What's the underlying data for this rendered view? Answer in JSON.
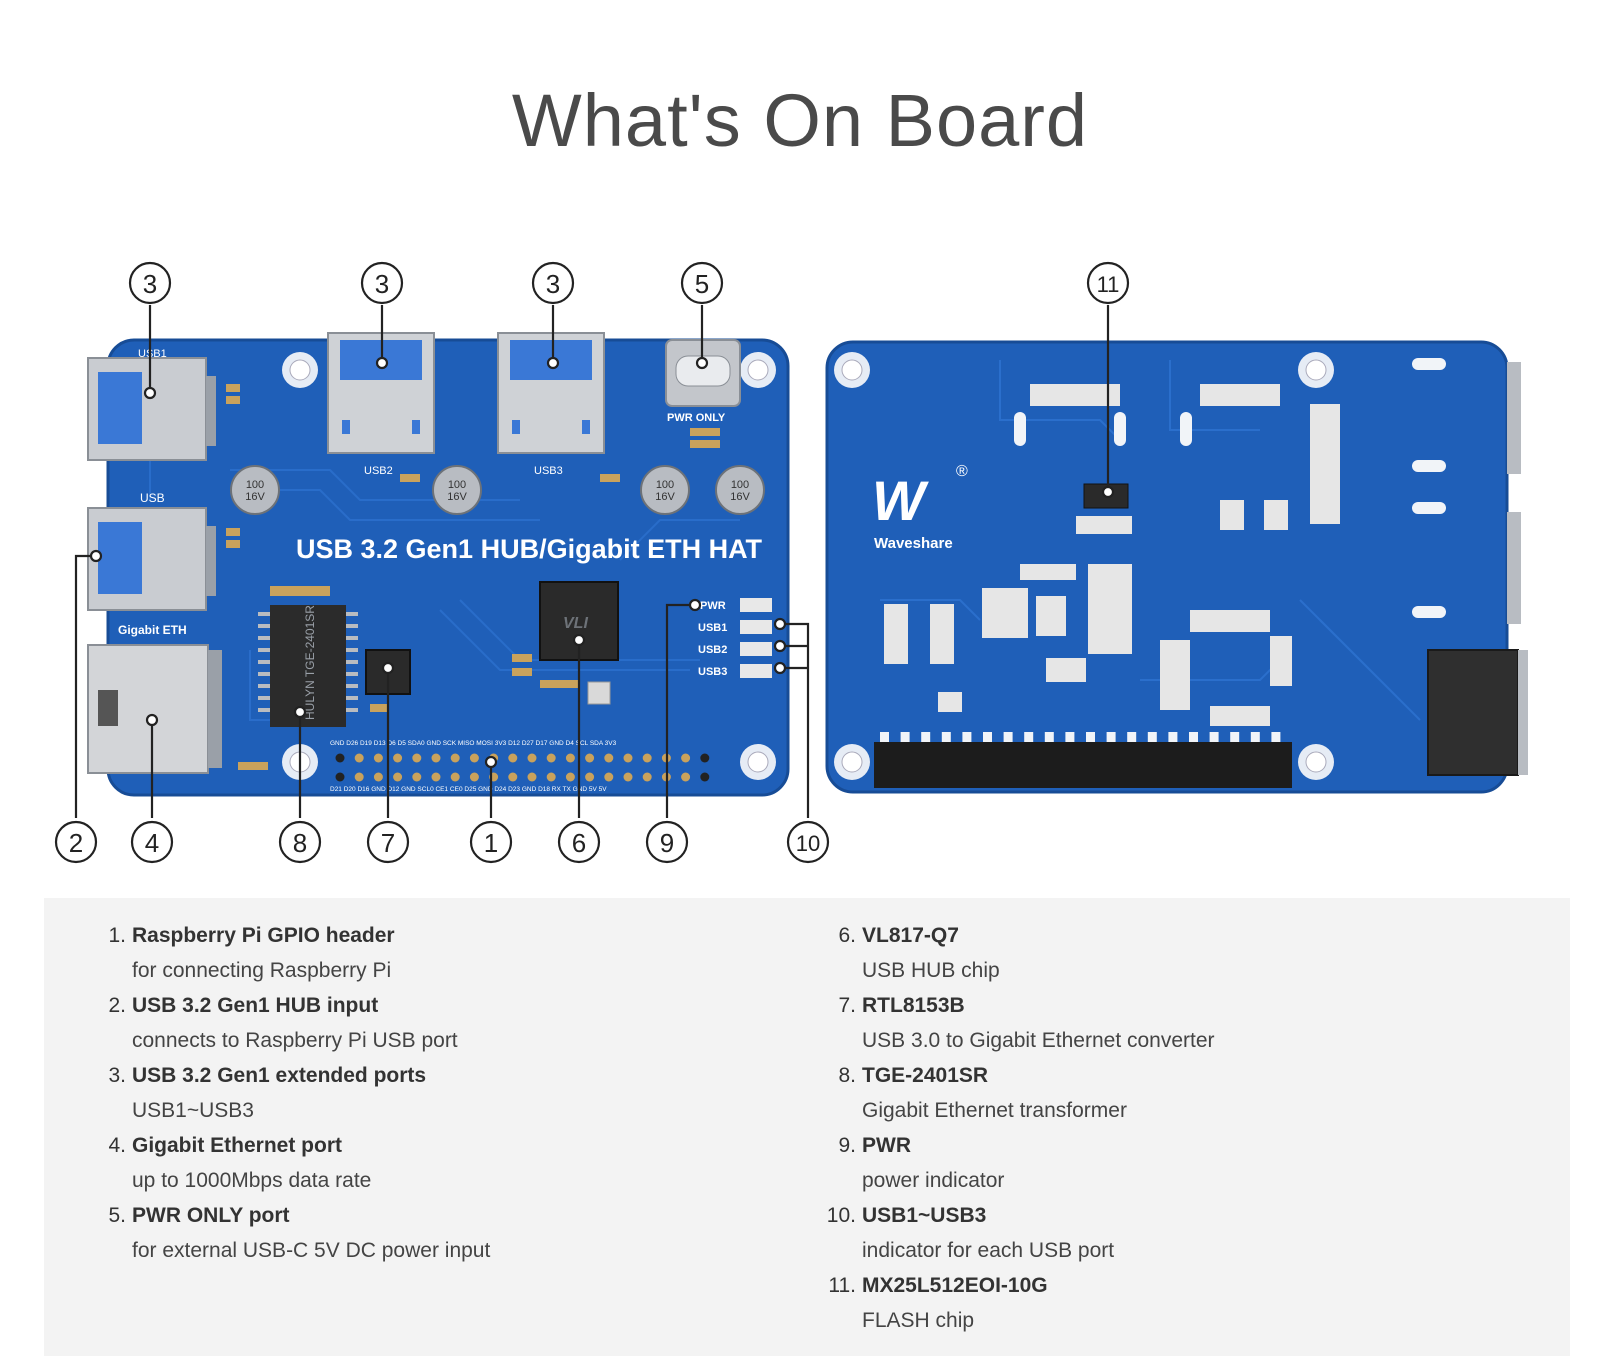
{
  "title": "What's On Board",
  "front_board": {
    "name": "USB 3.2 Gen1 HUB/Gigabit ETH HAT",
    "port_labels": {
      "usb1": "USB1",
      "usb": "USB",
      "gigabit_eth": "Gigabit ETH",
      "usb2": "USB2",
      "usb3": "USB3",
      "pwr_only": "PWR ONLY"
    },
    "capacitor_text": "100\n16V",
    "indicators": [
      "PWR",
      "USB1",
      "USB2",
      "USB3"
    ],
    "transformer_text": "HULYN TGE-2401SR",
    "chip_text": "VLI",
    "gpio_top_labels": "GND D26 D19 D13 D6 D5 SDA0 GND SCK MISO MOSI 3V3 D12 D27 D17 GND D4 SCL SDA 3V3",
    "gpio_bottom_labels": "D21 D20 D16 GND D12 GND SCL0 CE1 CE0 D25 GND D24 D23 GND D18 RX TX GND 5V 5V"
  },
  "back_board": {
    "brand": "Waveshare",
    "logo_mark": "W",
    "registered": "®"
  },
  "callouts": [
    "1",
    "2",
    "3",
    "4",
    "5",
    "6",
    "7",
    "8",
    "9",
    "10",
    "11"
  ],
  "legend": [
    {
      "num": "1.",
      "title": "Raspberry Pi GPIO header",
      "desc": "for connecting Raspberry Pi"
    },
    {
      "num": "2.",
      "title": "USB 3.2 Gen1 HUB input",
      "desc": "connects to Raspberry Pi USB port"
    },
    {
      "num": "3.",
      "title": "USB 3.2 Gen1 extended ports",
      "desc": "USB1~USB3"
    },
    {
      "num": "4.",
      "title": "Gigabit Ethernet port",
      "desc": "up to 1000Mbps data rate"
    },
    {
      "num": "5.",
      "title": "PWR ONLY port",
      "desc": "for external USB-C 5V DC power input"
    },
    {
      "num": "6.",
      "title": "VL817-Q7",
      "desc": "USB HUB chip"
    },
    {
      "num": "7.",
      "title": "RTL8153B",
      "desc": "USB 3.0 to Gigabit Ethernet converter"
    },
    {
      "num": "8.",
      "title": "TGE-2401SR",
      "desc": "Gigabit Ethernet transformer"
    },
    {
      "num": "9.",
      "title": "PWR",
      "desc": "power indicator"
    },
    {
      "num": "10.",
      "title": "USB1~USB3",
      "desc": "indicator for each USB port"
    },
    {
      "num": "11.",
      "title": "MX25L512EOI-10G",
      "desc": "FLASH chip"
    }
  ]
}
